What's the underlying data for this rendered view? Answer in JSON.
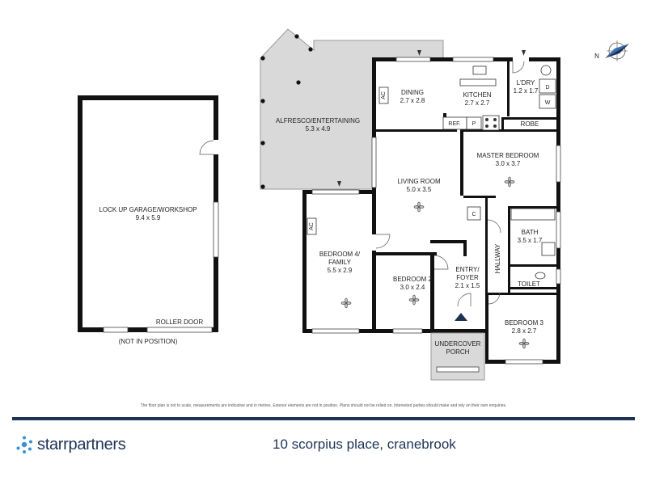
{
  "rooms": {
    "garage": {
      "name": "LOCK UP GARAGE/WORKSHOP",
      "size": "9.4 x 5.9"
    },
    "roller_door": "ROLLER DOOR",
    "not_in_position": "(NOT IN POSITION)",
    "alfresco": {
      "name": "ALFRESCO/ENTERTAINING",
      "size": "5.3 x 4.9"
    },
    "dining": {
      "name": "DINING",
      "size": "2.7 x 2.8"
    },
    "kitchen": {
      "name": "KITCHEN",
      "size": "2.7 x 2.7"
    },
    "laundry": {
      "name": "L'DRY",
      "size": "1.2 x 1.7"
    },
    "master": {
      "name": "MASTER BEDROOM",
      "size": "3.0 x 3.7"
    },
    "living": {
      "name": "LIVING ROOM",
      "size": "5.0 x 3.5"
    },
    "bedroom4": {
      "name": "BEDROOM 4/",
      "name2": "FAMILY",
      "size": "5.5 x 2.9"
    },
    "bedroom2": {
      "name": "BEDROOM 2",
      "size": "3.0 x 2.4"
    },
    "entry": {
      "name": "ENTRY/",
      "name2": "FOYER",
      "size": "2.1 x 1.5"
    },
    "hallway": "HALLWAY",
    "bath": {
      "name": "BATH",
      "size": "3.5 x 1.7"
    },
    "toilet": "TOILET",
    "bedroom3": {
      "name": "BEDROOM 3",
      "size": "2.8 x 2.7"
    },
    "porch": {
      "name": "UNDERCOVER",
      "name2": "PORCH"
    }
  },
  "fixtures": {
    "ac": "AC",
    "robe": "ROBE",
    "ref": "REF.",
    "pantry": "P",
    "cupboard": "C",
    "dryer": "D",
    "washer": "W"
  },
  "compass": "N",
  "footer": {
    "disclaimer": "The floor plan is not to scale, measurements are indicative and in metres. Exterior elements are not in position. Plans should not be relied on. Interested parties should make and rely on their own enquiries.",
    "brand": "starrpartners",
    "address": "10 scorpius place, cranebrook"
  },
  "colors": {
    "brand": "#1d3356",
    "accent": "#3a8fd6",
    "walls": "#111111",
    "alfresco": "#d9d9d9"
  }
}
